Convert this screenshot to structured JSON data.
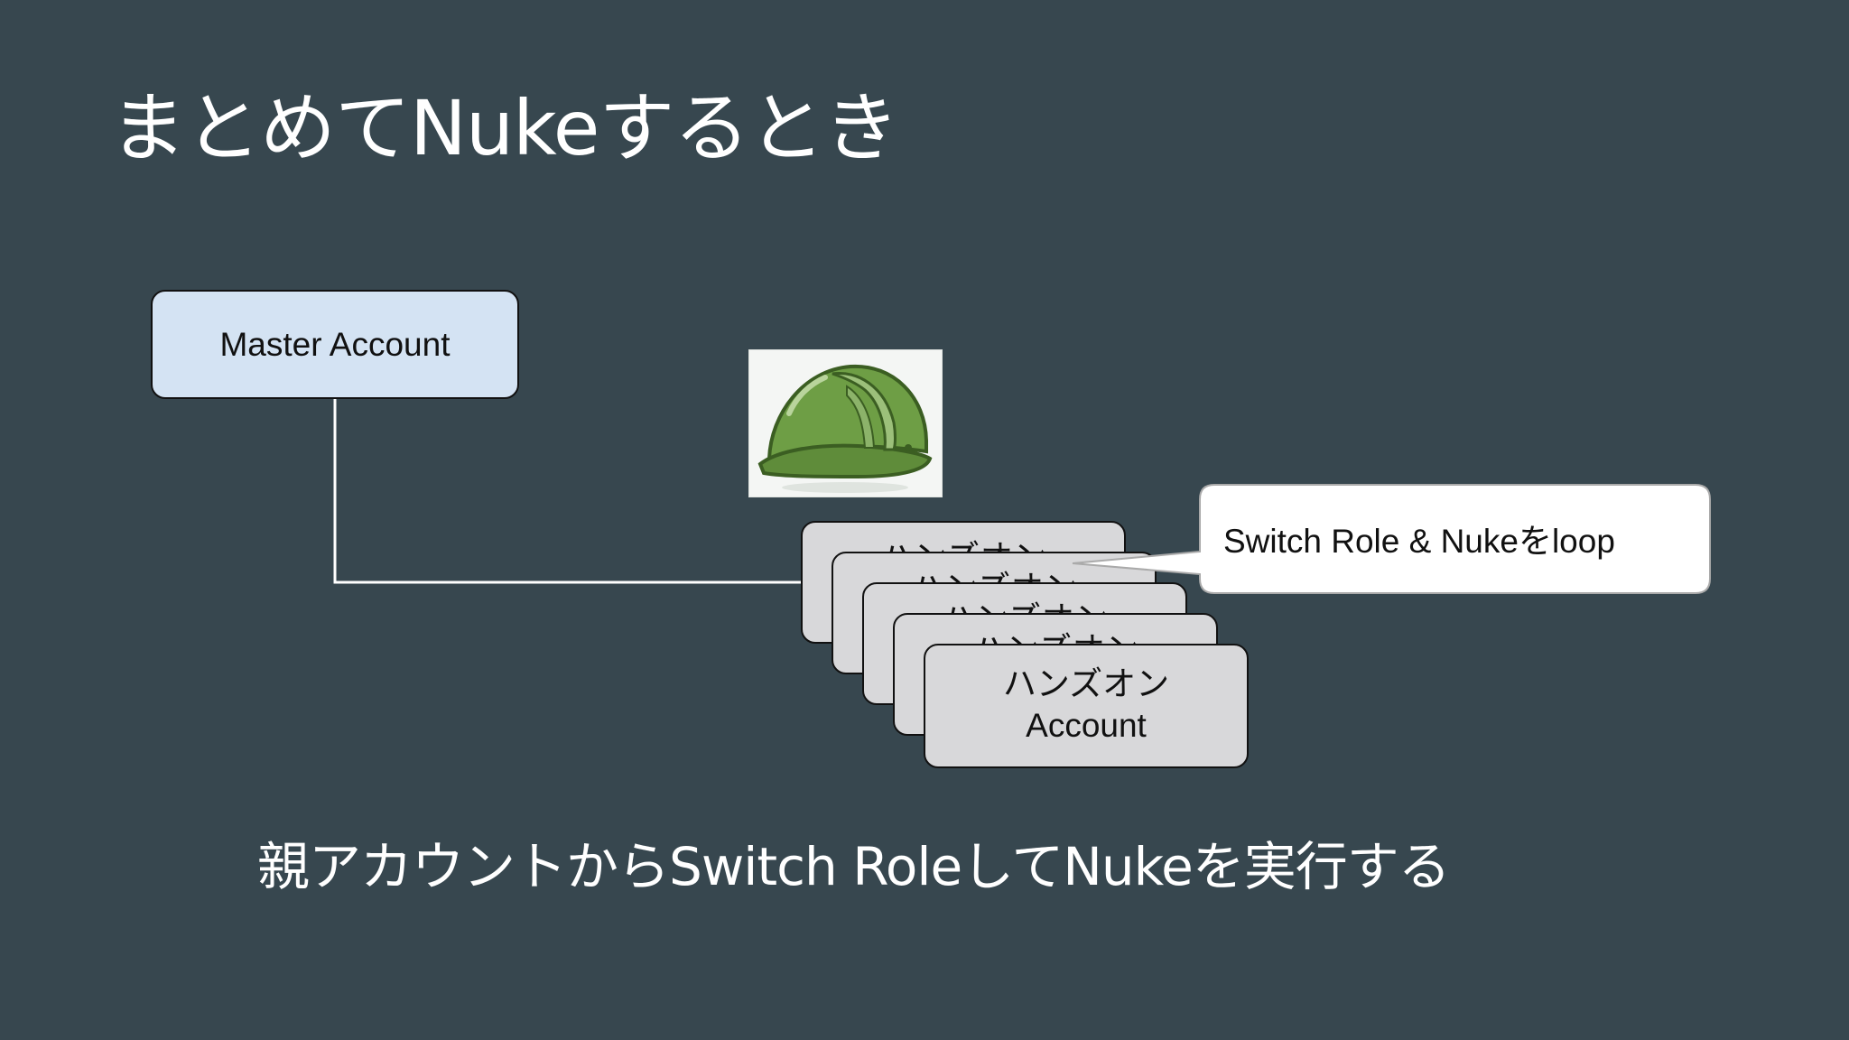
{
  "slide": {
    "title": "まとめてNukeするとき",
    "caption": "親アカウントからSwitch RoleしてNukeを実行する"
  },
  "diagram": {
    "master_account_label": "Master Account",
    "member_account": {
      "line1": "ハンズオン",
      "line2": "Account",
      "stack_count": 5
    },
    "callout_text": "Switch Role & Nukeをloop",
    "helmet_icon": "hard-hat-icon"
  },
  "colors": {
    "background": "#37474f",
    "master_fill": "#d4e3f3",
    "account_fill": "#d8d8da",
    "helmet_green": "#6a9a42",
    "text_light": "#ffffff"
  }
}
